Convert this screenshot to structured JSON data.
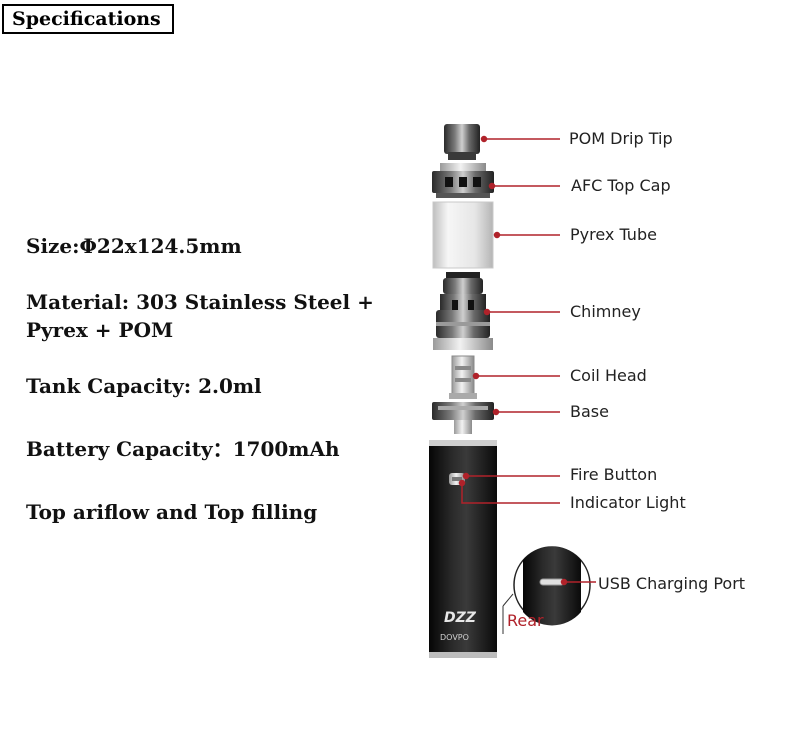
{
  "header": {
    "title": "Specifications"
  },
  "specs": [
    "Size:Φ22x124.5mm",
    "Material: 303 Stainless Steel +",
    "Pyrex + POM",
    "Tank Capacity: 2.0ml",
    "Battery Capacity：1700mAh",
    "Top ariflow and Top filling"
  ],
  "parts": [
    "POM Drip Tip",
    "AFC Top Cap",
    "Pyrex Tube",
    "Chimney",
    "Coil Head",
    "Base",
    "Fire Button",
    "Indicator Light",
    "USB Charging Port"
  ],
  "rear_label": "Rear",
  "device_logo": "DZZ",
  "device_brand": "DOVPO",
  "colors": {
    "leader_line": "#b0222a",
    "device_body": "#1a1a1a"
  }
}
